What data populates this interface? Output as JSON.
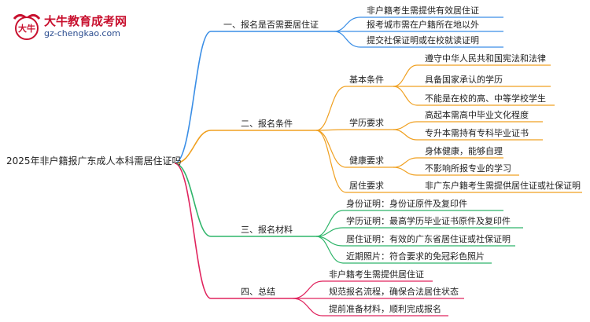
{
  "logo": {
    "title": "大牛教育成考网",
    "url_text": "gz-chengkao.com",
    "mark_text": "大牛"
  },
  "root": "2025年非户籍报广东成人本科需居住证吗",
  "branches": {
    "b1": {
      "label": "一、报名是否需要居住证",
      "color": "#3a8ee6",
      "leaves": [
        "非户籍考生需提供有效居住证",
        "报考城市需在户籍所在地以外",
        "提交社保证明或在校就读证明"
      ]
    },
    "b2": {
      "label": "二、报名条件",
      "color": "#f0a020",
      "subs": [
        {
          "label": "基本条件",
          "leaves": [
            "遵守中华人民共和国宪法和法律",
            "具备国家承认的学历",
            "不能是在校的高、中等学校学生"
          ]
        },
        {
          "label": "学历要求",
          "leaves": [
            "高起本需高中毕业文化程度",
            "专升本需持有专科毕业证书"
          ]
        },
        {
          "label": "健康要求",
          "leaves": [
            "身体健康，能够自理",
            "不影响所报专业的学习"
          ]
        },
        {
          "label": "居住要求",
          "leaves": [
            "非广东户籍考生需提供居住证或社保证明"
          ]
        }
      ]
    },
    "b3": {
      "label": "三、报名材料",
      "color": "#2fb56a",
      "leaves": [
        "身份证明：身份证原件及复印件",
        "学历证明：最高学历毕业证书原件及复印件",
        "居住证明：有效的广东省居住证或社保证明",
        "近期照片：符合要求的免冠彩色照片"
      ]
    },
    "b4": {
      "label": "四、总结",
      "color": "#e0245e",
      "leaves": [
        "非户籍考生需提供居住证",
        "规范报名流程，确保合法居住状态",
        "提前准备材料，顺利完成报名"
      ]
    }
  }
}
